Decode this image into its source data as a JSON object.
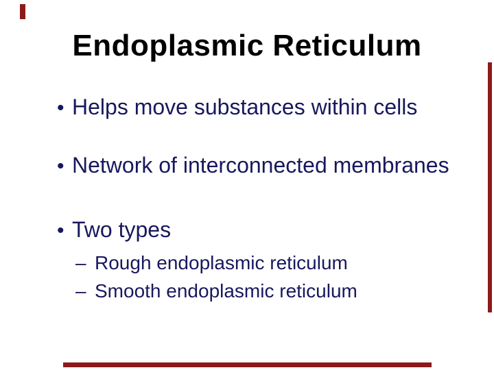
{
  "slide": {
    "title": "Endoplasmic Reticulum",
    "bullet_glyph": "•",
    "sub_glyph": "–",
    "bullets": [
      {
        "label": "Helps move substances within cells"
      },
      {
        "label": "Network of interconnected membranes"
      },
      {
        "label": "Two types",
        "sub": [
          "Rough endoplasmic reticulum",
          "Smooth endoplasmic reticulum"
        ]
      }
    ],
    "colors": {
      "background": "#ffffff",
      "title_text": "#000000",
      "body_text": "#18185E",
      "border_accent": "#8C1A1A"
    }
  }
}
